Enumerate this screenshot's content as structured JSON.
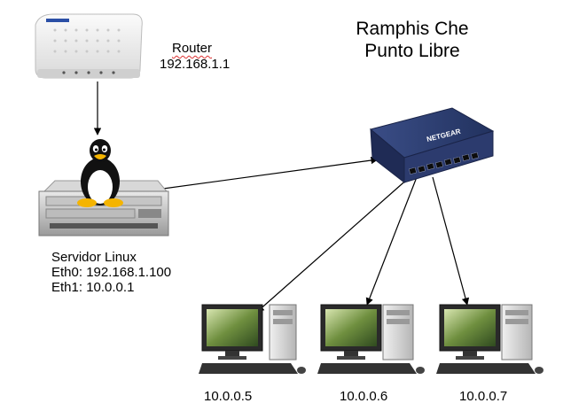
{
  "title": {
    "line1": "Ramphis Che",
    "line2": "Punto Libre"
  },
  "router": {
    "name": "Router",
    "ip": "192.168.1.1"
  },
  "switch": {
    "brand": "NETGEAR"
  },
  "server": {
    "name": "Servidor Linux",
    "eth0": "Eth0: 192.168.1.100",
    "eth1": "Eth1: 10.0.0.1"
  },
  "clients": [
    {
      "ip": "10.0.0.5"
    },
    {
      "ip": "10.0.0.6"
    },
    {
      "ip": "10.0.0.7"
    }
  ]
}
